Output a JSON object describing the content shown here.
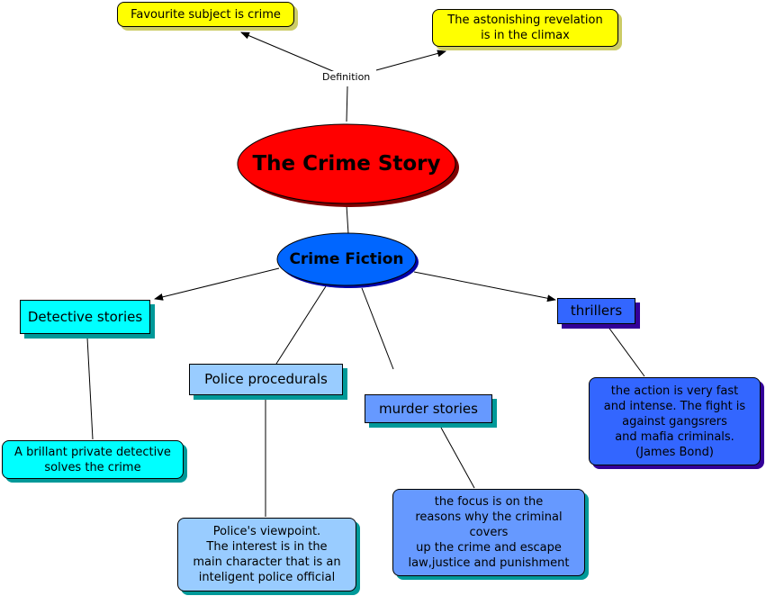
{
  "root": {
    "label": "The Crime Story",
    "color": "#ff0000"
  },
  "definition_link": "Definition",
  "definitions": [
    {
      "label": "Favourite subject is crime",
      "color": "#ffff00"
    },
    {
      "label": "The astonishing revelation\nis in the climax",
      "color": "#ffff00"
    }
  ],
  "fiction": {
    "label": "Crime Fiction",
    "color": "#0066ff"
  },
  "categories": [
    {
      "label": "Detective stories",
      "color": "#00ffff",
      "detail": "A brillant private detective\nsolves the crime"
    },
    {
      "label": "Police procedurals",
      "color": "#99ccff",
      "detail": "Police's viewpoint.\nThe interest is in the\nmain character that is an\ninteligent police official"
    },
    {
      "label": "murder stories",
      "color": "#6699ff",
      "detail": "the focus is on the\nreasons why the criminal\ncovers\nup the crime and escape\nlaw,justice and punishment"
    },
    {
      "label": "thrillers",
      "color": "#3366ff",
      "detail": "the action is very fast\nand intense. The fight is\nagainst gangsrers\nand mafia criminals.\n(James Bond)"
    }
  ]
}
